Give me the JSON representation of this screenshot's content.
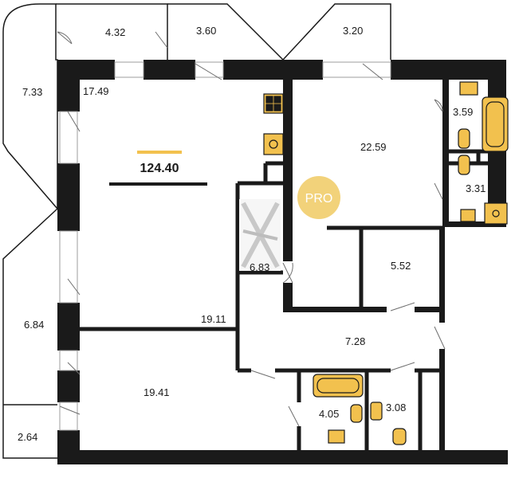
{
  "plan": {
    "total_area": "124.40",
    "badge": "PRO",
    "rooms": [
      {
        "id": "balcony-left-top",
        "area": "7.33"
      },
      {
        "id": "room-4-32",
        "area": "4.32"
      },
      {
        "id": "room-3-60",
        "area": "3.60"
      },
      {
        "id": "room-3-20",
        "area": "3.20"
      },
      {
        "id": "living-room",
        "area": "17.49"
      },
      {
        "id": "kitchen-room",
        "area": "22.59"
      },
      {
        "id": "bathroom-top",
        "area": "3.59"
      },
      {
        "id": "toilet-top",
        "area": "3.31"
      },
      {
        "id": "closet",
        "area": "6.83"
      },
      {
        "id": "storage",
        "area": "5.52"
      },
      {
        "id": "bedroom-1",
        "area": "19.11"
      },
      {
        "id": "balcony-left-bottom",
        "area": "6.84"
      },
      {
        "id": "hallway",
        "area": "7.28"
      },
      {
        "id": "bedroom-2",
        "area": "19.41"
      },
      {
        "id": "bathroom-bottom",
        "area": "4.05"
      },
      {
        "id": "toilet-bottom",
        "area": "3.08"
      },
      {
        "id": "balcony-corner",
        "area": "2.64"
      }
    ]
  },
  "colors": {
    "wall": "#1a1a1a",
    "fixture": "#f2c14e",
    "accent": "#f2d27a",
    "thin": "#1a1a1a",
    "window": "#bdbdbd"
  }
}
